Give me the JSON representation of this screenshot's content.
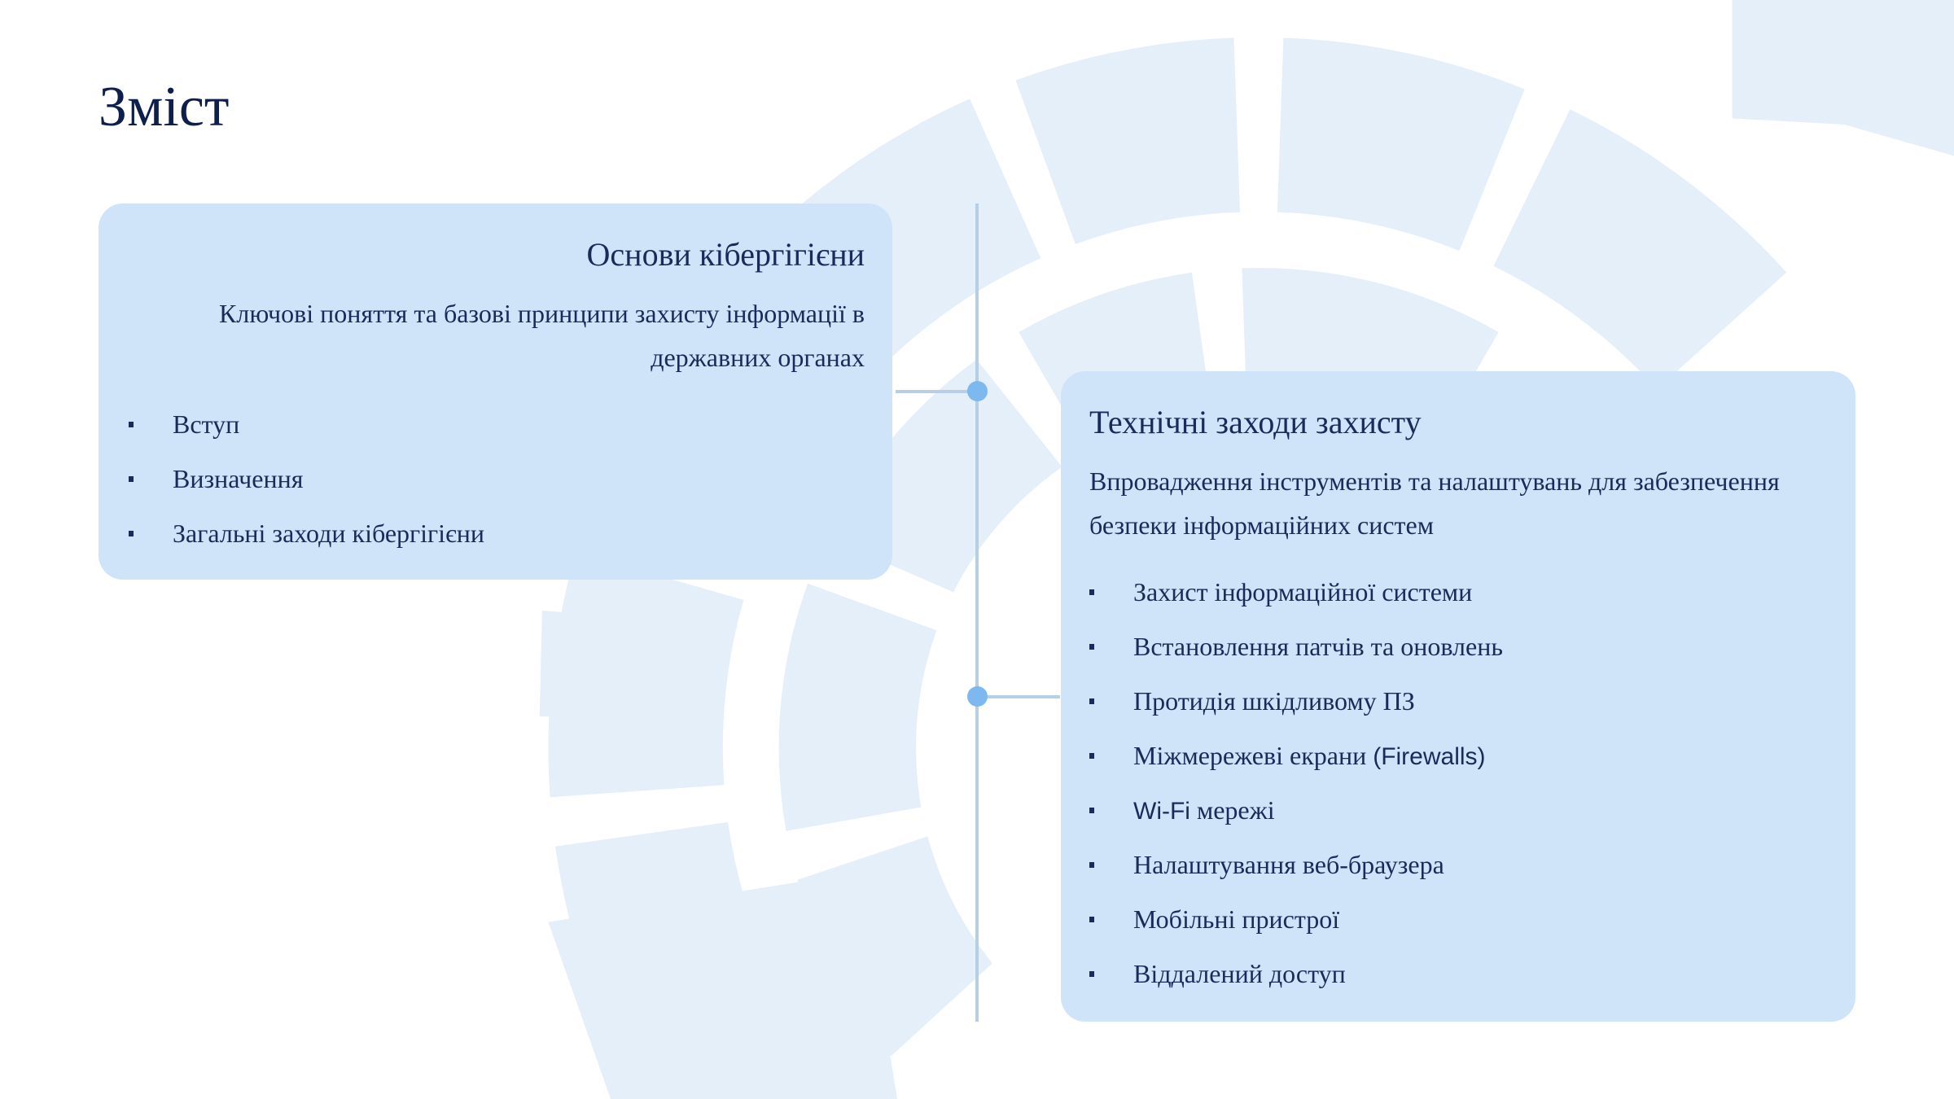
{
  "title": "Зміст",
  "colors": {
    "card": "#cfe4f9",
    "text": "#1b2a5a",
    "accent": "#7db8ef",
    "line": "#b6cfe6",
    "background_shape": "#e4eff9"
  },
  "sections": [
    {
      "heading": "Основи кібергігієни",
      "description": "Ключові поняття та базові принципи захисту інформації в державних органах",
      "items": [
        "Вступ",
        "Визначення",
        "Загальні заходи кібергігієни"
      ]
    },
    {
      "heading": "Технічні заходи захисту",
      "description": "Впровадження інструментів та налаштувань для забезпечення безпеки інформаційних систем",
      "items": [
        "Захист інформаційної системи",
        "Встановлення патчів та оновлень",
        "Протидія шкідливому ПЗ",
        {
          "text": "Міжмережеві екрани ",
          "latin": "(Firewalls)"
        },
        {
          "latin": "Wi-Fi",
          "text": " мережі"
        },
        "Налаштування веб-браузера",
        "Мобільні пристрої",
        "Віддалений доступ"
      ]
    }
  ]
}
